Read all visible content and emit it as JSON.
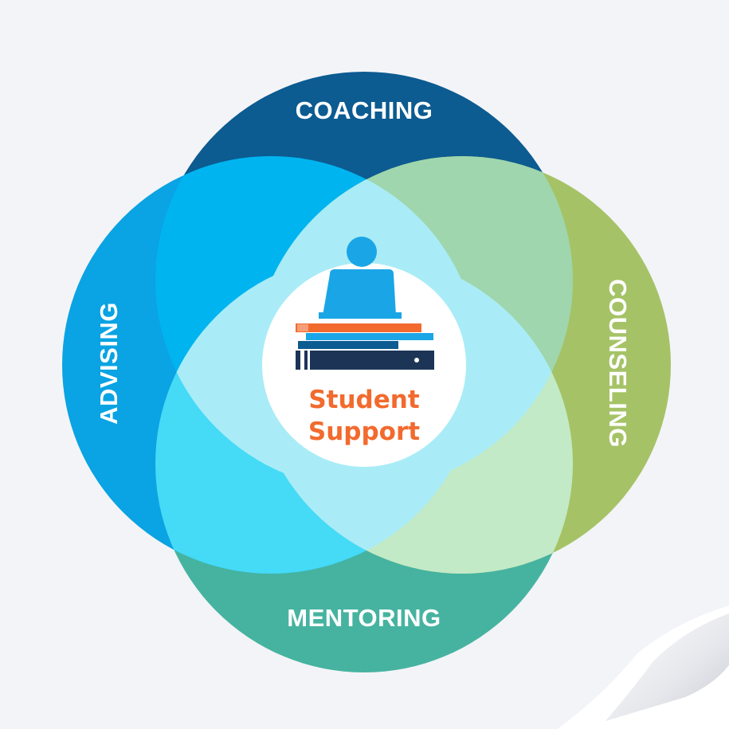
{
  "diagram": {
    "circles": [
      {
        "id": "coaching",
        "label": "COACHING",
        "color": "#0c5b91"
      },
      {
        "id": "advising",
        "label": "ADVISING",
        "color": "#0aa3e3"
      },
      {
        "id": "counseling",
        "label": "COUNSELING",
        "color": "#a5c366"
      },
      {
        "id": "mentoring",
        "label": "MENTORING",
        "color": "#46b3a0"
      }
    ],
    "center": {
      "line1": "Student",
      "line2": "Support",
      "text_color": "#f26a2e",
      "icon": "student-at-desk-with-books-icon"
    },
    "overlap_colors": {
      "upper_left": "#00b4ef",
      "upper_right": "#9fd6ae",
      "lower_left": "#45daf6",
      "lower_right": "#c2eac6",
      "center_ring": "#a9ecf7",
      "core": "#ffffff"
    }
  }
}
